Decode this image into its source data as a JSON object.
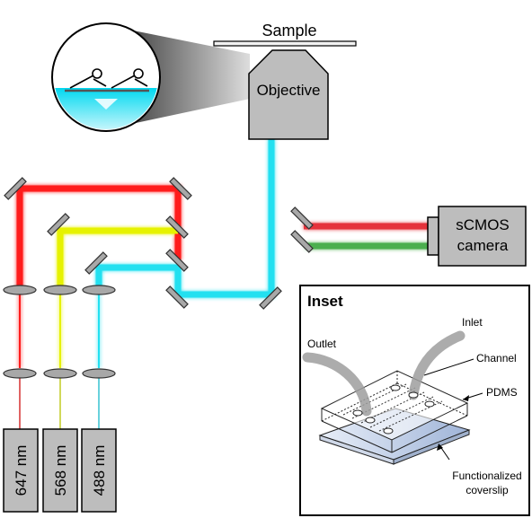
{
  "labels": {
    "sample": "Sample",
    "objective": "Objective",
    "camera_line1": "sCMOS",
    "camera_line2": "camera"
  },
  "lasers": [
    {
      "label": "647 nm",
      "color": "#ff1a1a"
    },
    {
      "label": "568 nm",
      "color": "#e0f000"
    },
    {
      "label": "488 nm",
      "color": "#22e0f0"
    }
  ],
  "emission_colors": {
    "red": "#e5333a",
    "green": "#4caf50"
  },
  "inset": {
    "title": "Inset",
    "inlet": "Inlet",
    "outlet": "Outlet",
    "channel": "Channel",
    "pdms": "PDMS",
    "coverslip_line1": "Functionalized",
    "coverslip_line2": "coverslip"
  }
}
